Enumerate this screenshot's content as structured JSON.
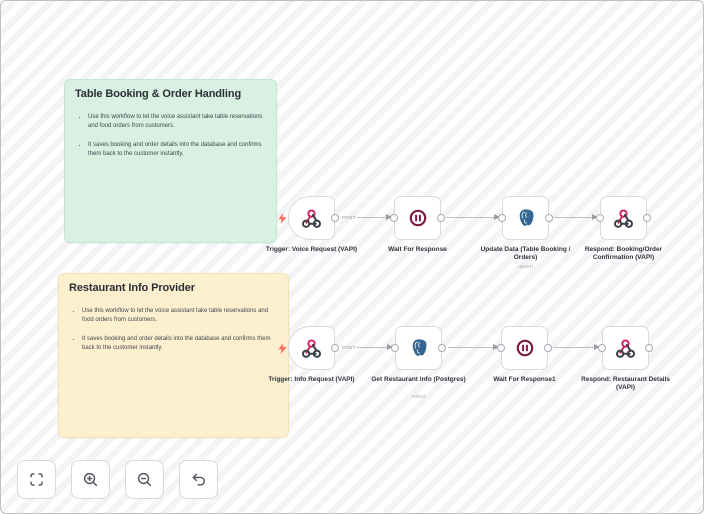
{
  "sticky_notes": [
    {
      "title": "Table Booking & Order Handling",
      "bullets": [
        "Use this workflow to let the voice assistant take table reservations and food orders from customers.",
        "It saves booking and order details into the database and confirms them back to the customer instantly."
      ],
      "color": "#d9f1e2"
    },
    {
      "title": "Restaurant Info Provider",
      "bullets": [
        "Use this workflow to let the voice assistant take table reservations and food orders from customers.",
        "It saves booking and order details into the database and confirms them back to the customer instantly."
      ],
      "color": "#fcf0cf"
    }
  ],
  "workflows": [
    {
      "nodes": [
        {
          "label": "Trigger: Voice Request (VAPI)",
          "type": "webhook-trigger",
          "output_label": "POST"
        },
        {
          "label": "Wait For Response",
          "type": "wait"
        },
        {
          "label": "Update Data (Table Booking / Orders)",
          "subtitle": "upsert",
          "type": "postgres"
        },
        {
          "label": "Respond: Booking/Order Confirmation (VAPI)",
          "type": "webhook-respond"
        }
      ]
    },
    {
      "nodes": [
        {
          "label": "Trigger: Info Request (VAPI)",
          "type": "webhook-trigger",
          "output_label": "POST"
        },
        {
          "label": "Get Restaurant Info (Postgres)",
          "subtitle": "select",
          "type": "postgres"
        },
        {
          "label": "Wait For Response1",
          "type": "wait"
        },
        {
          "label": "Respond: Restaurant Details (VAPI)",
          "type": "webhook-respond"
        }
      ]
    }
  ],
  "controls": {
    "buttons": [
      {
        "icon": "fit-view-icon"
      },
      {
        "icon": "zoom-in-icon"
      },
      {
        "icon": "zoom-out-icon"
      },
      {
        "icon": "reset-icon"
      }
    ]
  },
  "colors": {
    "webhook_pink": "#d2235c",
    "icon_dark": "#3a3f47",
    "wait_maroon": "#7d1c45",
    "postgres_blue": "#336791",
    "trigger_bolt": "#ff6d5a",
    "sticky_green": "#d9f1e2",
    "sticky_yellow": "#fcf0cf"
  }
}
